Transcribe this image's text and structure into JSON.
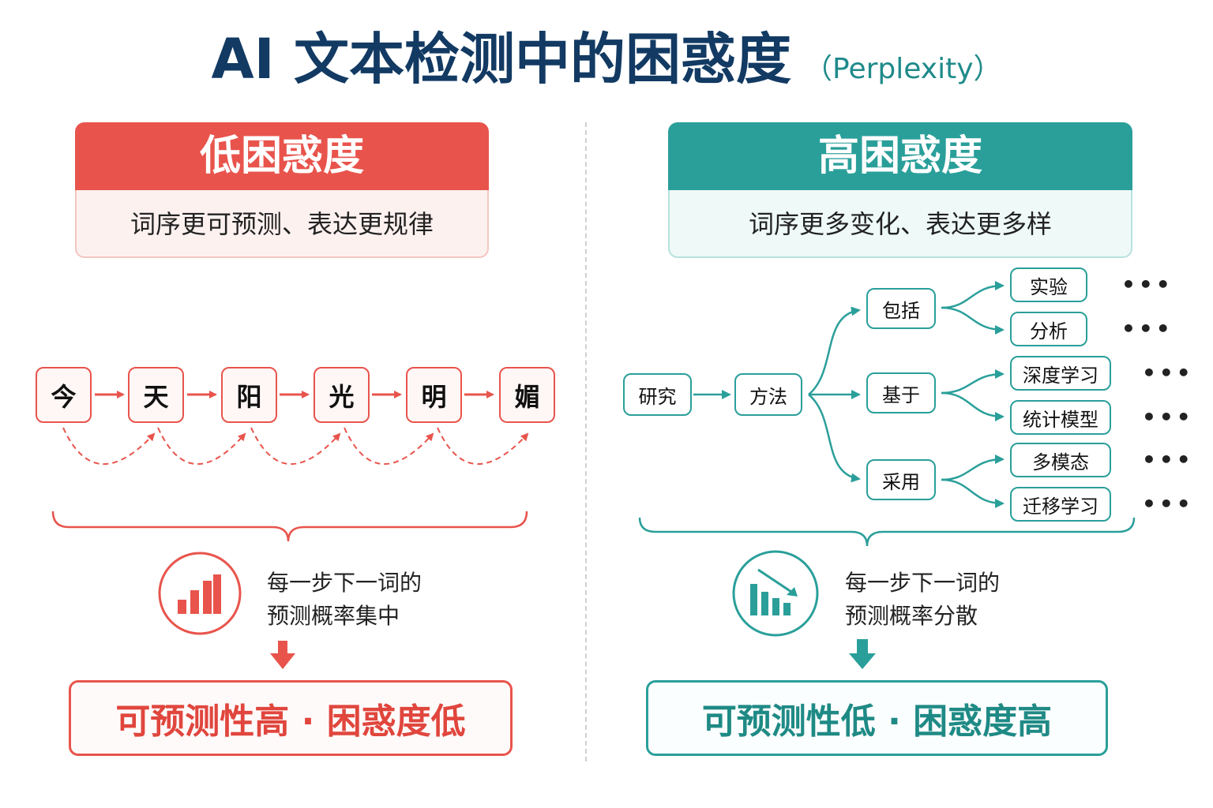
{
  "title": {
    "main": "AI 文本检测中的困惑度",
    "sub": "（Perplexity）"
  },
  "left": {
    "header": "低困惑度",
    "description": "词序更可预测、表达更规律",
    "chain": [
      "今",
      "天",
      "阳",
      "光",
      "明",
      "媚"
    ],
    "stat_line1": "每一步下一词的",
    "stat_line2": "预测概率集中",
    "result": "可预测性高 · 困惑度低",
    "icon": "bar-chart-rising-icon",
    "color": "#e8544c"
  },
  "right": {
    "header": "高困惑度",
    "description": "词序更多变化、表达更多样",
    "root": "研究",
    "second": "方法",
    "branches": [
      {
        "label": "包括",
        "leaves": [
          "实验",
          "分析"
        ]
      },
      {
        "label": "基于",
        "leaves": [
          "深度学习",
          "统计模型"
        ]
      },
      {
        "label": "采用",
        "leaves": [
          "多模态",
          "迁移学习"
        ]
      }
    ],
    "ellipsis": "•••",
    "stat_line1": "每一步下一词的",
    "stat_line2": "预测概率分散",
    "result": "可预测性低 · 困惑度高",
    "icon": "bar-chart-declining-icon",
    "color": "#2a9f9a"
  }
}
